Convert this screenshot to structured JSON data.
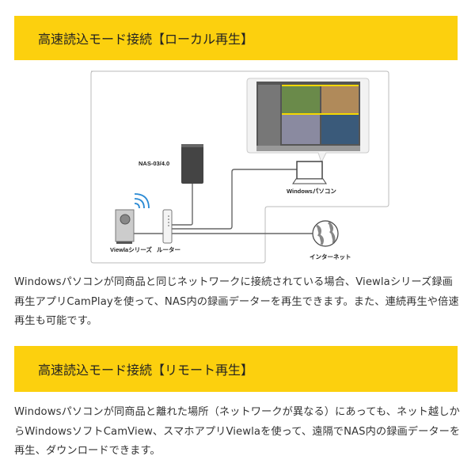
{
  "section1": {
    "title": "高速読込モード接続【ローカル再生】",
    "diagram": {
      "nas_label": "NAS-03/4.0",
      "pc_label": "Windowsパソコン",
      "camera_label": "Viewlaシリーズ",
      "router_label": "ルーター",
      "internet_label": "インターネット"
    },
    "paragraph": "Windowsパソコンが同商品と同じネットワークに接続されている場合、Viewlaシリーズ録画再生アプリCamPlayを使って、NAS内の録画データーを再生できます。また、連続再生や倍速再生も可能です。"
  },
  "section2": {
    "title": "高速読込モード接続【リモート再生】",
    "paragraph": "Windowsパソコンが同商品と離れた場所（ネットワークが異なる）にあっても、ネット越しからWindowsソフトCamView、スマホアプリViewlaを使って、遠隔でNAS内の録画データーを再生、ダウンロードできます。"
  },
  "colors": {
    "accent": "#fcd00e"
  }
}
